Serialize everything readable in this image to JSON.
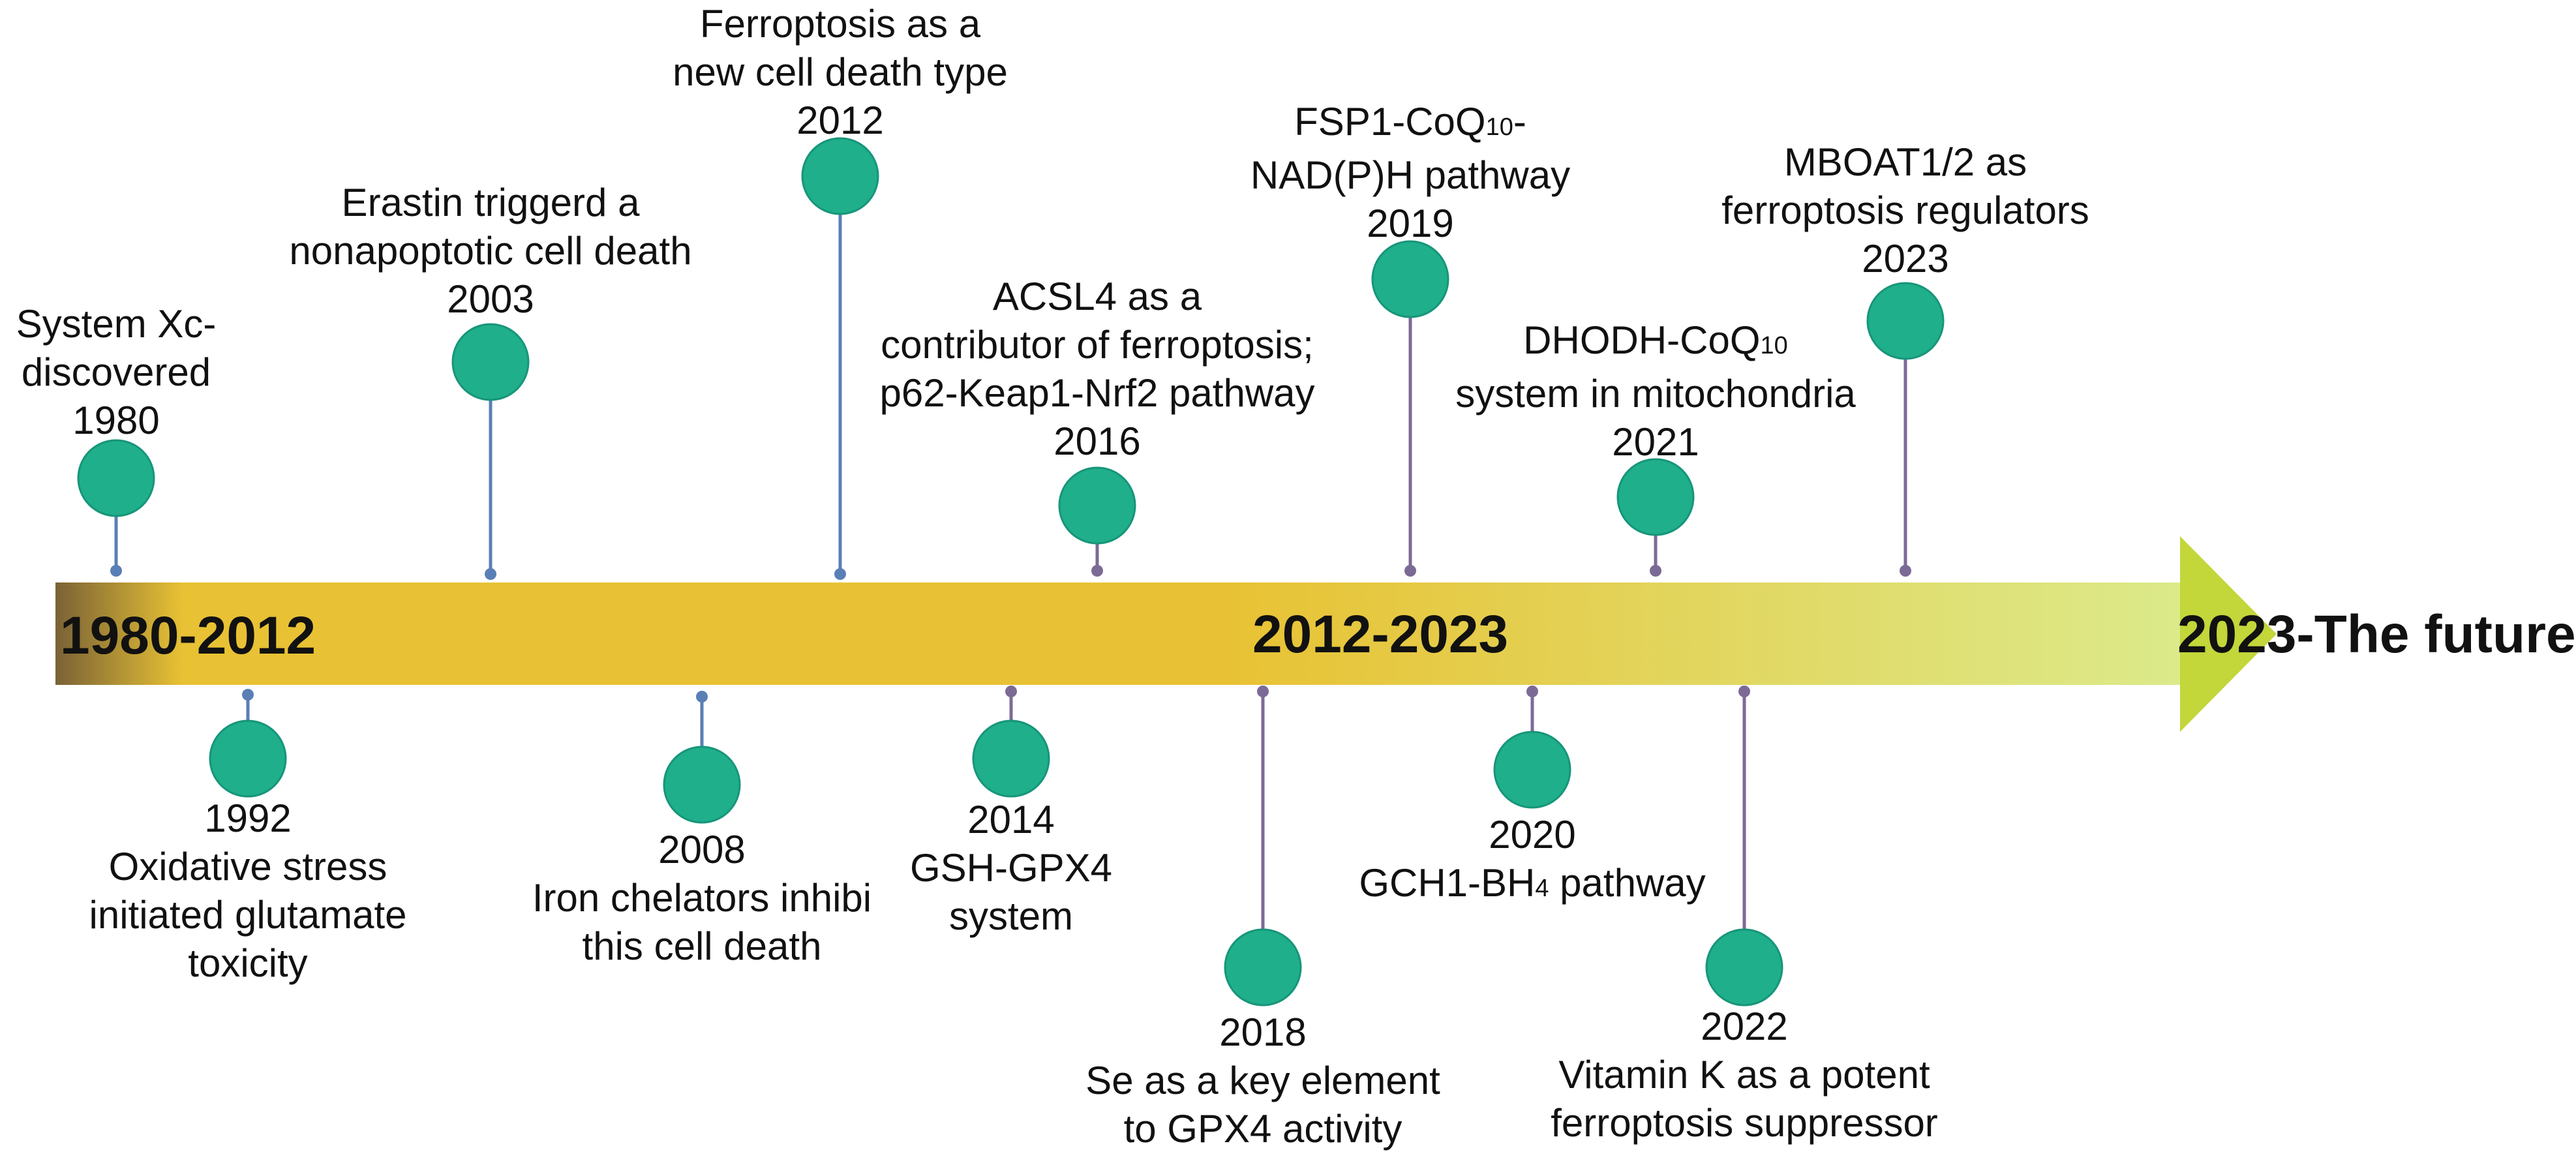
{
  "colors": {
    "dot": "#1faf8a",
    "stem_blue": "#5a7fb6",
    "stem_purple": "#7c6a96",
    "bar_start": "#7a6236",
    "bar_mid": "#e8c234",
    "bar_end": "#dcea8a",
    "arrow_head": "#c3d63a"
  },
  "eras": [
    {
      "label": "1980-2012"
    },
    {
      "label": "2012-2023"
    },
    {
      "label": "2023-The future"
    }
  ],
  "events_above": [
    {
      "year": "1980",
      "lines": [
        "System Xc-",
        "discovered"
      ]
    },
    {
      "year": "2003",
      "lines": [
        "Erastin triggerd a",
        "nonapoptotic cell death"
      ]
    },
    {
      "year": "2012",
      "lines": [
        "Ferroptosis as a",
        "new cell death type"
      ]
    },
    {
      "year": "2016",
      "lines": [
        "ACSL4 as a",
        "contributor of ferroptosis;",
        "p62-Keap1-Nrf2 pathway"
      ]
    },
    {
      "year": "2019",
      "lines": [
        "FSP1-CoQ",
        "NAD(P)H pathway"
      ],
      "sub": "10",
      "suffix": "-"
    },
    {
      "year": "2021",
      "lines": [
        "DHODH-CoQ",
        "system in mitochondria"
      ],
      "sub": "10",
      "suffix": ""
    },
    {
      "year": "2023",
      "lines": [
        "MBOAT1/2 as",
        "ferroptosis regulators"
      ]
    }
  ],
  "events_below": [
    {
      "year": "1992",
      "lines": [
        "Oxidative stress",
        "initiated glutamate",
        "toxicity"
      ]
    },
    {
      "year": "2008",
      "lines": [
        "Iron chelators inhibi",
        "this cell death"
      ]
    },
    {
      "year": "2014",
      "lines": [
        "GSH-GPX4",
        "system"
      ]
    },
    {
      "year": "2018",
      "lines": [
        "Se as a key element",
        "to GPX4 activity"
      ]
    },
    {
      "year": "2020",
      "lines": [
        "GCH1-BH",
        " pathway"
      ],
      "sub": "4"
    },
    {
      "year": "2022",
      "lines": [
        "Vitamin K as a potent",
        "ferroptosis suppressor"
      ]
    }
  ]
}
